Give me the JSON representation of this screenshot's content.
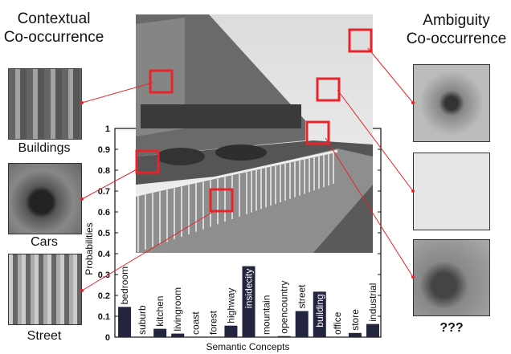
{
  "left_title": [
    "Contextual",
    "Co-occurrence"
  ],
  "right_title": [
    "Ambiguity",
    "Co-occurrence"
  ],
  "left_patches": [
    "Buildings",
    "Cars",
    "Street"
  ],
  "right_label": "???",
  "colors": {
    "bar": "#23253f",
    "box": "#e8242a"
  },
  "chart_data": {
    "type": "bar",
    "categories": [
      "bedroom",
      "suburb",
      "kitchen",
      "livingroom",
      "coast",
      "forest",
      "highway",
      "insidecity",
      "mountain",
      "opencountry",
      "street",
      "building",
      "office",
      "store",
      "industrial"
    ],
    "values": [
      0.145,
      0,
      0.04,
      0.017,
      0,
      0,
      0.055,
      0.34,
      0,
      0.005,
      0.125,
      0.218,
      0,
      0.02,
      0.063
    ],
    "title": "",
    "xlabel": "Semantic Concepts",
    "ylabel": "Probabilities",
    "ylim": [
      0,
      1
    ],
    "yticks": [
      "0",
      "0.1",
      "0.2",
      "0.3",
      "0.4",
      "0.5",
      "0.6",
      "0.7",
      "0.8",
      "0.9",
      "1"
    ]
  }
}
